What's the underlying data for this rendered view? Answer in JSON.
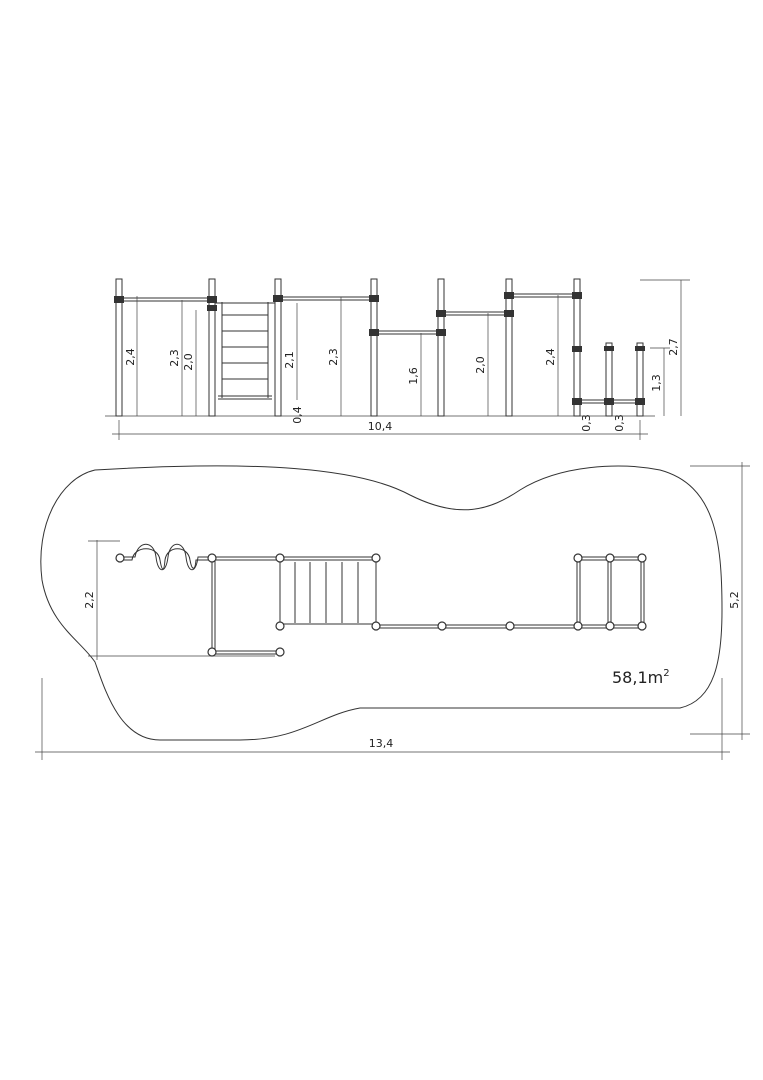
{
  "elevation": {
    "dim_heights": [
      "2,4",
      "2,3",
      "2,0",
      "2,1",
      "2,3",
      "1,6",
      "2,0",
      "2,4",
      "1,3",
      "2,7"
    ],
    "dim_small": [
      "0,4",
      "0,3",
      "0,3"
    ],
    "dim_length": "10,4"
  },
  "plan": {
    "dim_depth_left": "2,2",
    "dim_depth_right": "5,2",
    "dim_length": "13,4",
    "area_value": "58,1m",
    "area_superscript": "2"
  }
}
